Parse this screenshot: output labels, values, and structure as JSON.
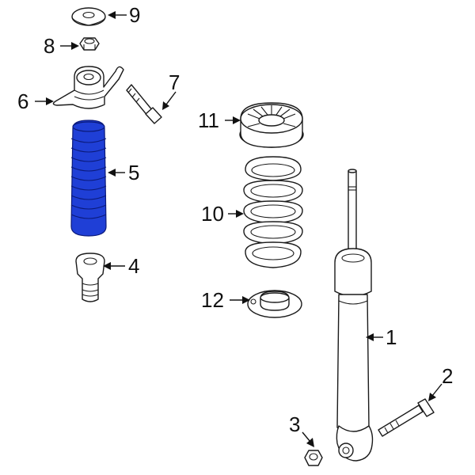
{
  "diagram": {
    "highlight_color": "#1f3fd6",
    "callouts": [
      {
        "id": "1",
        "label": "1"
      },
      {
        "id": "2",
        "label": "2"
      },
      {
        "id": "3",
        "label": "3"
      },
      {
        "id": "4",
        "label": "4"
      },
      {
        "id": "5",
        "label": "5"
      },
      {
        "id": "6",
        "label": "6"
      },
      {
        "id": "7",
        "label": "7"
      },
      {
        "id": "8",
        "label": "8"
      },
      {
        "id": "9",
        "label": "9"
      },
      {
        "id": "10",
        "label": "10"
      },
      {
        "id": "11",
        "label": "11"
      },
      {
        "id": "12",
        "label": "12"
      }
    ]
  }
}
